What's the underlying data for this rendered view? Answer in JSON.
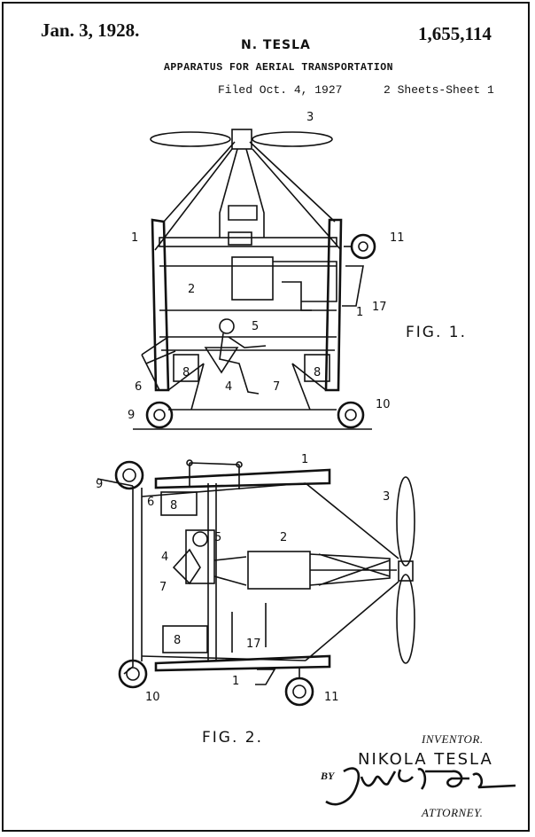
{
  "header": {
    "date": "Jan. 3, 1928.",
    "patent_number": "1,655,114",
    "inventor": "N. TESLA",
    "title": "APPARATUS FOR AERIAL TRANSPORTATION",
    "filed": "Filed Oct. 4, 1927",
    "sheets": "2 Sheets-Sheet 1"
  },
  "figures": {
    "fig1_label": "FIG. 1.",
    "fig2_label": "FIG. 2.",
    "fig1_numerals": [
      "3",
      "1",
      "11",
      "2",
      "17",
      "1",
      "5",
      "8",
      "8",
      "6",
      "4",
      "7",
      "9",
      "10"
    ],
    "fig2_numerals": [
      "1",
      "9",
      "6",
      "8",
      "3",
      "5",
      "2",
      "4",
      "7",
      "8",
      "17",
      "1",
      "10",
      "11"
    ]
  },
  "signature_block": {
    "inventor_label": "INVENTOR.",
    "inventor_name": "NIKOLA TESLA",
    "by": "BY",
    "attorney_signature": "John P. Tarbox",
    "attorney_label": "ATTORNEY."
  }
}
